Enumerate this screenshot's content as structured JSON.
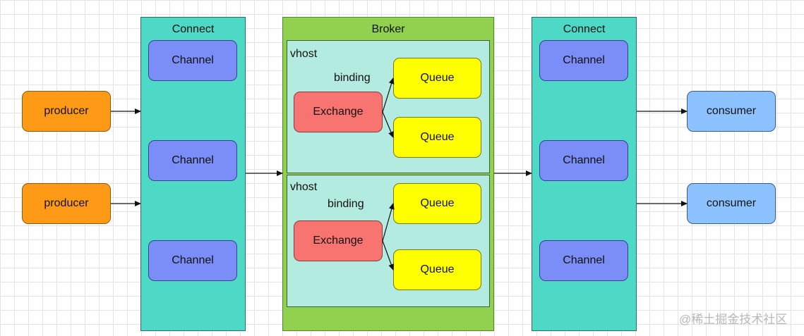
{
  "broker": {
    "title": "Broker",
    "vhosts": [
      {
        "label": "vhost",
        "binding_label": "binding",
        "exchange": "Exchange",
        "queues": [
          "Queue",
          "Queue"
        ]
      },
      {
        "label": "vhost",
        "binding_label": "binding",
        "exchange": "Exchange",
        "queues": [
          "Queue",
          "Queue"
        ]
      }
    ]
  },
  "left_connect": {
    "title": "Connect",
    "channels": [
      "Channel",
      "Channel",
      "Channel"
    ]
  },
  "right_connect": {
    "title": "Connect",
    "channels": [
      "Channel",
      "Channel",
      "Channel"
    ]
  },
  "producers": [
    "producer",
    "producer"
  ],
  "consumers": [
    "consumer",
    "consumer"
  ],
  "watermark": "@稀土掘金技术社区",
  "colors": {
    "connect": "#4dd9c6",
    "broker": "#92d050",
    "vhost": "#b3ebe0",
    "channel": "#7b8ef7",
    "producer": "#ff9a16",
    "consumer": "#8cc2ff",
    "exchange": "#f77470",
    "queue": "#ffff00"
  }
}
